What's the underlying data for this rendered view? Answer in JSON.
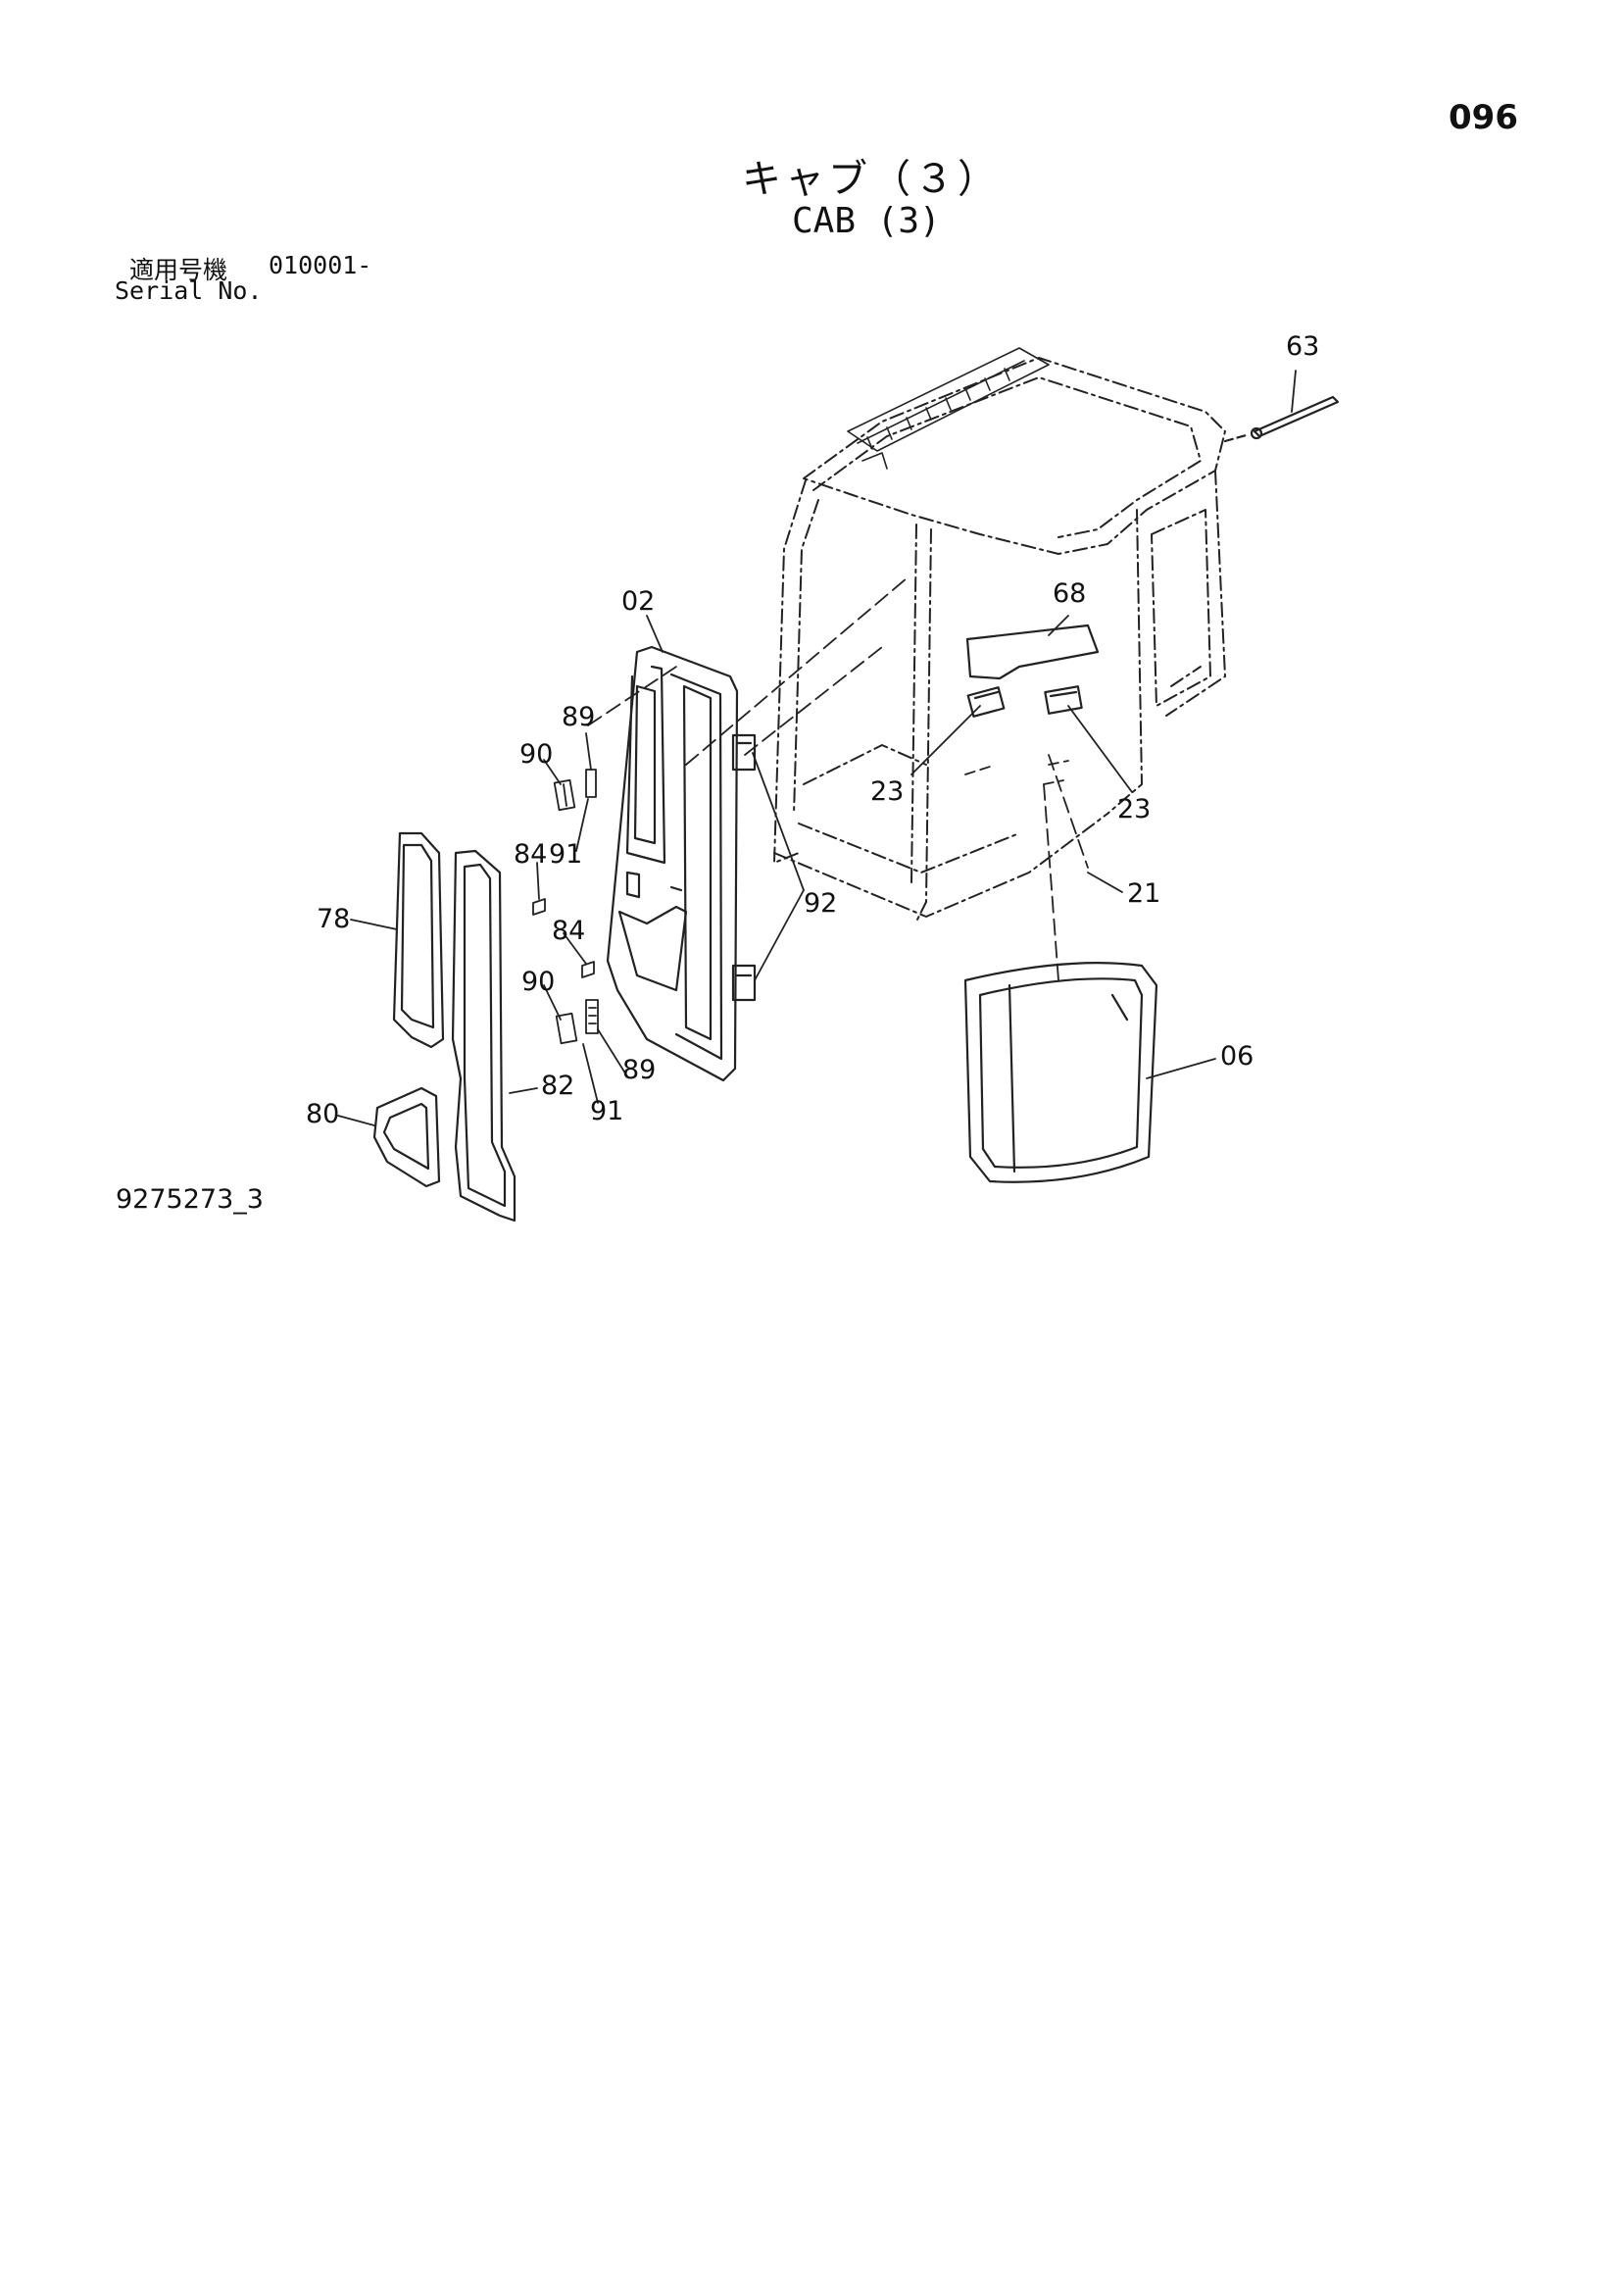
{
  "page_number": "096",
  "title_jp": "キャブ（３）",
  "title_en": "CAB (3)",
  "serial": {
    "label_jp": "適用号機",
    "value": "010001-",
    "label_en": "Serial No."
  },
  "figure_id": "9275273_3",
  "callouts": [
    {
      "id": "c63",
      "label": "63"
    },
    {
      "id": "c02",
      "label": "02"
    },
    {
      "id": "c68",
      "label": "68"
    },
    {
      "id": "c89a",
      "label": "89"
    },
    {
      "id": "c90a",
      "label": "90"
    },
    {
      "id": "c23a",
      "label": "23"
    },
    {
      "id": "c23b",
      "label": "23"
    },
    {
      "id": "c84a",
      "label": "84"
    },
    {
      "id": "c91a",
      "label": "91"
    },
    {
      "id": "c92",
      "label": "92"
    },
    {
      "id": "c21",
      "label": "21"
    },
    {
      "id": "c78",
      "label": "78"
    },
    {
      "id": "c84b",
      "label": "84"
    },
    {
      "id": "c90b",
      "label": "90"
    },
    {
      "id": "c89b",
      "label": "89"
    },
    {
      "id": "c06",
      "label": "06"
    },
    {
      "id": "c82",
      "label": "82"
    },
    {
      "id": "c91b",
      "label": "91"
    },
    {
      "id": "c80",
      "label": "80"
    }
  ]
}
